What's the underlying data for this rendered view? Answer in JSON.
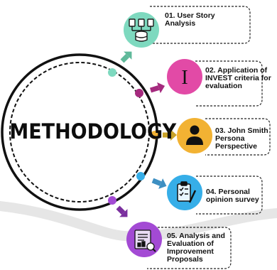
{
  "center_title": "METHODOLOGY",
  "steps": [
    {
      "label": "01. User Story\nAnalysis",
      "icon": "database-documents-icon",
      "color": "#7ed9bf"
    },
    {
      "label": "02. Application of\nINVEST criteria for\nevaluation",
      "icon": "letter-i-icon",
      "glyph": "I",
      "color": "#e24aa6"
    },
    {
      "label": "03. John Smith\nPersona\nPerspective",
      "icon": "person-icon",
      "color": "#f2b233"
    },
    {
      "label": "04. Personal\nopinion survey",
      "icon": "clipboard-checklist-icon",
      "color": "#36aee8"
    },
    {
      "label": "05. Analysis and\nEvaluation of\nImprovement\nProposals",
      "icon": "report-document-icon",
      "color": "#a34ad4"
    }
  ]
}
